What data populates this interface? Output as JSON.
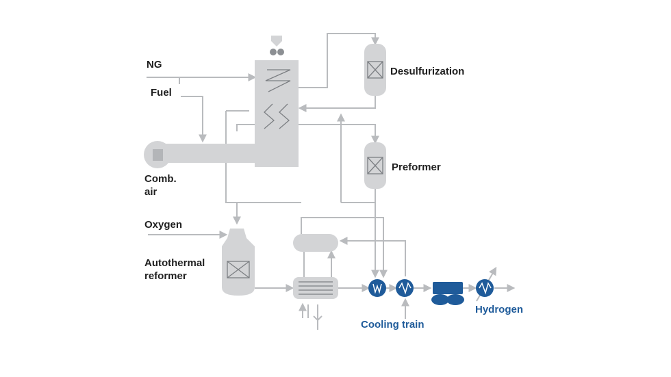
{
  "labels": {
    "ng": "NG",
    "fuel": "Fuel",
    "comb_air_line1": "Comb.",
    "comb_air_line2": "air",
    "oxygen": "Oxygen",
    "atr_line1": "Autothermal",
    "atr_line2": "reformer",
    "desulfurization": "Desulfurization",
    "preformer": "Preformer",
    "cooling_train": "Cooling train",
    "hydrogen": "Hydrogen"
  },
  "colors": {
    "equipment_gray": "#d3d4d6",
    "pipe_gray": "#b9bbbe",
    "outline_gray": "#7c7f83",
    "blue": "#1f5b9a",
    "text": "#1f1f1f"
  }
}
